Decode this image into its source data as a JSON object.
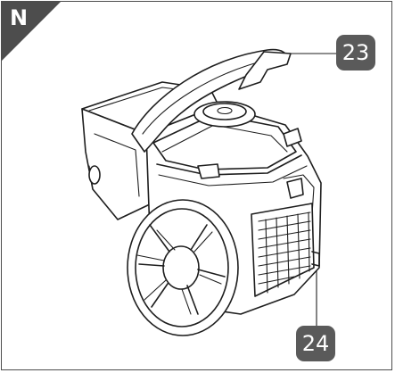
{
  "figure": {
    "panel_label": "N",
    "callouts": [
      {
        "id": "23",
        "label": "23"
      },
      {
        "id": "24",
        "label": "24"
      }
    ]
  },
  "colors": {
    "badge": "#4d4d4d",
    "callout": "#5a5a5a",
    "line": "#1e1e1e"
  },
  "icons": {
    "device": "vacuum-cleaner-illustration"
  }
}
